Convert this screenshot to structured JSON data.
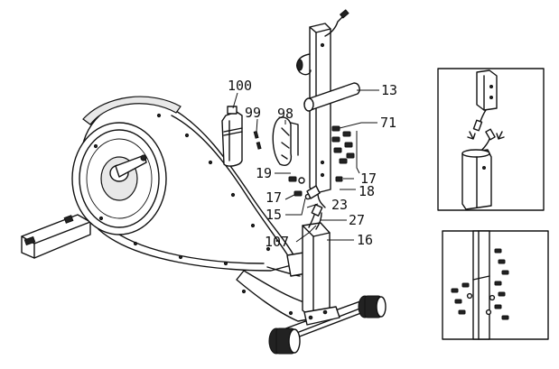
{
  "diagram": {
    "callouts": {
      "c100": "100",
      "c99": "99",
      "c98": "98",
      "c13": "13",
      "c71": "71",
      "c19": "19",
      "c17a": "17",
      "c18": "18",
      "c17b": "17",
      "c15": "15",
      "c23": "23",
      "c27": "27",
      "c107": "107",
      "c16": "16"
    }
  }
}
